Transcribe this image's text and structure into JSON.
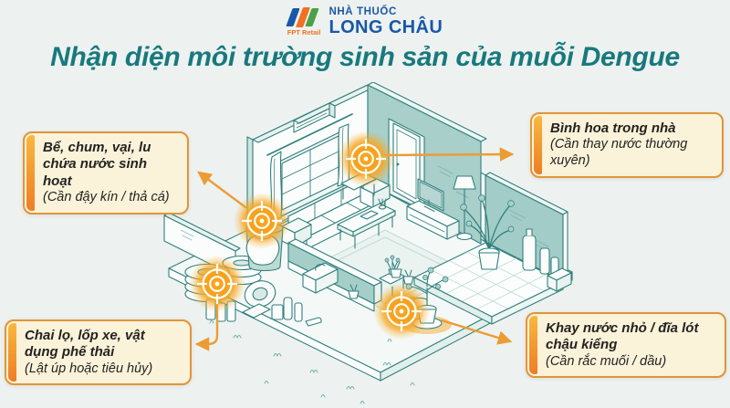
{
  "brand": {
    "fpt_retail_label": "FPT Retail",
    "pharmacy_line1": "NHÀ THUỐC",
    "pharmacy_line2": "LONG CHÂU"
  },
  "title": "Nhận diện môi trường sinh sản của muỗi Dengue",
  "callouts": [
    {
      "id": "top-left",
      "heading": "Bể, chum, vại, lu chứa nước sinh hoạt",
      "note": "(Cần đậy kín / thả cá)"
    },
    {
      "id": "top-right",
      "heading": "Bình hoa trong nhà",
      "note": "(Cần thay nước thường xuyên)"
    },
    {
      "id": "bottom-left",
      "heading": "Chai lọ, lốp xe, vật dụng phế thải",
      "note": "(Lật úp hoặc tiêu hủy)"
    },
    {
      "id": "bottom-right",
      "heading": "Khay nước nhỏ / đĩa lót chậu kiểng",
      "note": "(Cần rắc muối / dầu)"
    }
  ],
  "colors": {
    "background": "#edf2f0",
    "title_teal": "#18797d",
    "brand_blue": "#1a57a8",
    "brand_orange": "#f37021",
    "brand_green": "#4aa147",
    "accent_orange": "#ec9c34",
    "marker_orange": "#f6a01e",
    "callout_bg": "#fbf2da",
    "callout_border": "#e0953a",
    "line_teal": "#30807d",
    "wall_teal": "#a8cfca"
  }
}
